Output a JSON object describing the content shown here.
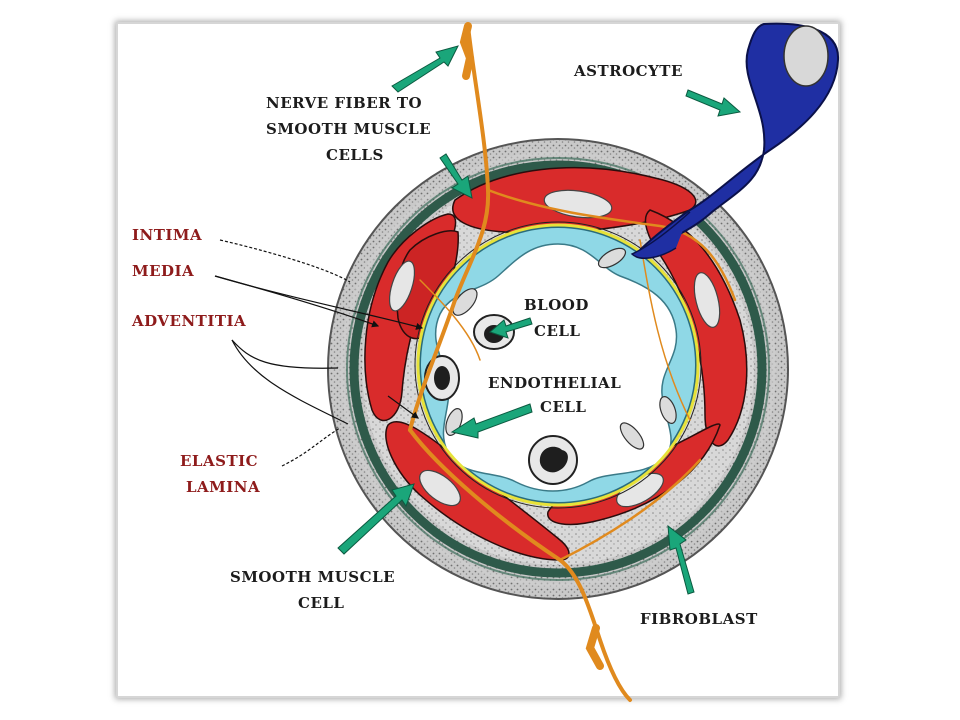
{
  "labels": {
    "nerve_fiber": [
      "NERVE FIBER TO",
      "SMOOTH MUSCLE",
      "CELLS"
    ],
    "astrocyte": "ASTROCYTE",
    "intima": "INTIMA",
    "media": "MEDIA",
    "adventitia": "ADVENTITIA",
    "blood_cell": [
      "BLOOD",
      "CELL"
    ],
    "endothelial_cell": [
      "ENDOTHELIAL",
      "CELL"
    ],
    "elastic_lamina": [
      "ELASTIC",
      "LAMINA"
    ],
    "smooth_muscle_cell": [
      "SMOOTH MUSCLE",
      "CELL"
    ],
    "fibroblast": "FIBROBLAST"
  },
  "colors": {
    "adventitia": "#a9a9a9",
    "fibroblast_band": "#2e5a4a",
    "smooth_muscle": "#d92b2b",
    "endothelium": "#8fd8e6",
    "elastic_lamina": "#e7e23a",
    "nerve": "#e08a1e",
    "astrocyte": "#1f2fa3",
    "arrow": "#1aa67a",
    "label_red": "#8e1b1b",
    "label_dark": "#1c1c1c"
  }
}
